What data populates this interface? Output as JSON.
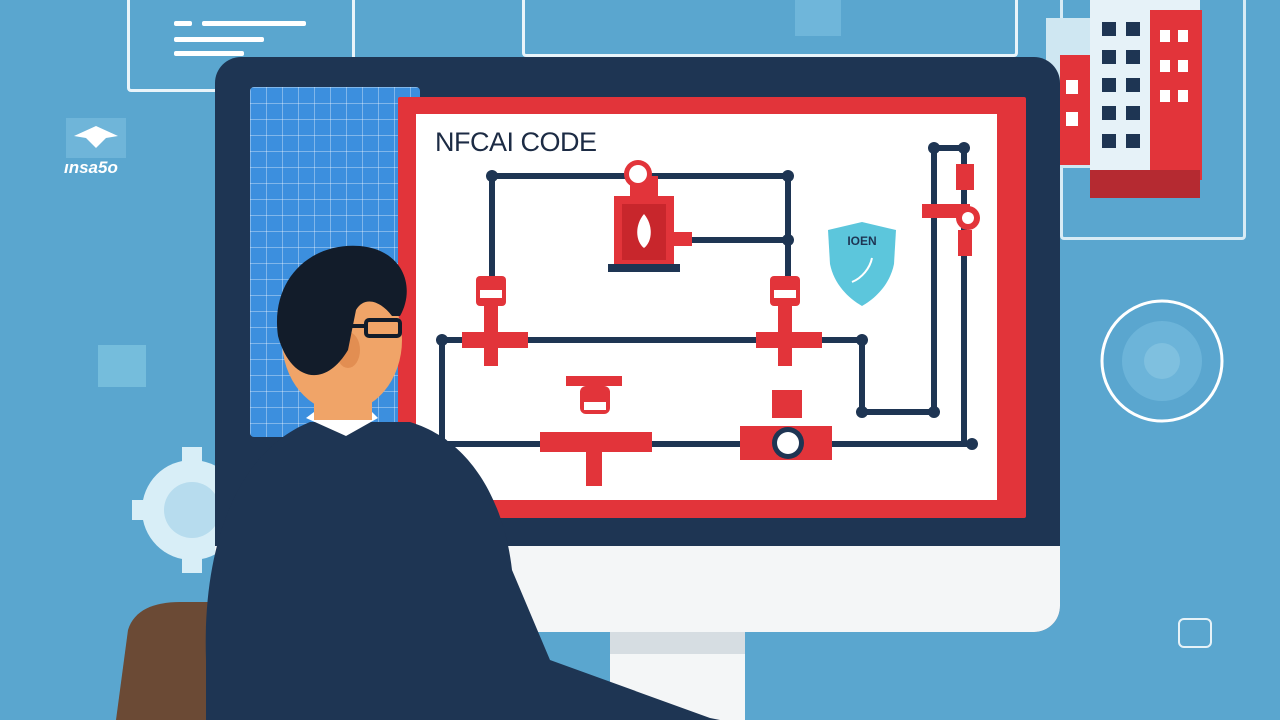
{
  "screen": {
    "title": "NFCAI CODE",
    "shield_label": "IOEN"
  },
  "background": {
    "left_badge_text": "ınsa5o"
  },
  "colors": {
    "background": "#5aa6cf",
    "monitor": "#1e3553",
    "screen_frame": "#e2343a",
    "pipe": "#1e3553",
    "valve": "#e2343a",
    "shield": "#5cc6dc",
    "grid_panel": "#3c8fde",
    "suit": "#1e3553",
    "chair": "#6b4a35"
  },
  "icons": [
    "fire-pump-icon",
    "valve-icon",
    "shield-icon",
    "gauge-icon",
    "building-icon",
    "target-circle-icon",
    "gear-icon",
    "eagle-badge-icon"
  ]
}
